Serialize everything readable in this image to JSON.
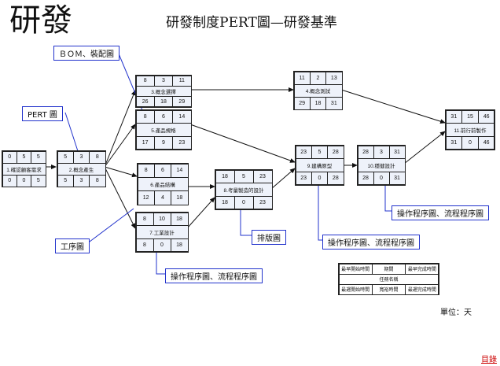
{
  "header": {
    "big_title": "研發",
    "title": "研發制度PERT圖—研發基準"
  },
  "nodes": {
    "n1": {
      "label": "1.確認顧客需求",
      "es": "0",
      "dur": "5",
      "ef": "5",
      "ls": "0",
      "slack": "0",
      "lf": "5"
    },
    "n2": {
      "label": "2.概念產生",
      "es": "5",
      "dur": "3",
      "ef": "8",
      "ls": "5",
      "slack": "3",
      "lf": "8"
    },
    "n3": {
      "label": "3.概念選擇",
      "es": "8",
      "dur": "3",
      "ef": "11",
      "ls": "26",
      "slack": "18",
      "lf": "29"
    },
    "n4": {
      "label": "4.概念測試",
      "es": "11",
      "dur": "2",
      "ef": "13",
      "ls": "29",
      "slack": "18",
      "lf": "31"
    },
    "n5": {
      "label": "5.產品規格",
      "es": "8",
      "dur": "6",
      "ef": "14",
      "ls": "17",
      "slack": "9",
      "lf": "23"
    },
    "n6": {
      "label": "6.產品結構",
      "es": "8",
      "dur": "6",
      "ef": "14",
      "ls": "12",
      "slack": "4",
      "lf": "18"
    },
    "n7": {
      "label": "7.工業設計",
      "es": "8",
      "dur": "10",
      "ef": "18",
      "ls": "8",
      "slack": "0",
      "lf": "18"
    },
    "n8": {
      "label": "8.考量製造的設計",
      "es": "18",
      "dur": "5",
      "ef": "23",
      "ls": "18",
      "slack": "0",
      "lf": "23"
    },
    "n9": {
      "label": "9.建構原型",
      "es": "23",
      "dur": "5",
      "ef": "28",
      "ls": "23",
      "slack": "0",
      "lf": "28"
    },
    "n10": {
      "label": "10.穩健設計",
      "es": "28",
      "dur": "3",
      "ef": "31",
      "ls": "28",
      "slack": "0",
      "lf": "31"
    },
    "n11": {
      "label": "11.前行前製作",
      "es": "31",
      "dur": "15",
      "ef": "46",
      "ls": "31",
      "slack": "0",
      "lf": "46"
    }
  },
  "callouts": {
    "bom": "ＢＯＭ、裝配圖",
    "pert": "PERT 圖",
    "process": "工序圖",
    "flow_a": "操作程序圖、流程程序圖",
    "layout": "排版圖",
    "flow_b": "操作程序圖、流程程序圖",
    "flow_c": "操作程序圖、流程程序圖"
  },
  "legend": {
    "es": "最早開始時間",
    "dur": "期間",
    "ef": "最早完成時間",
    "name": "任務名稱",
    "ls": "最遲開始時間",
    "slack": "寬裕時間",
    "lf": "最遲完成時間"
  },
  "unit": "單位：天",
  "footer": "目錄",
  "colors": {
    "callout_border": "#2233cc",
    "node_fill": "#eef2fa",
    "footer": "#cc0000"
  }
}
